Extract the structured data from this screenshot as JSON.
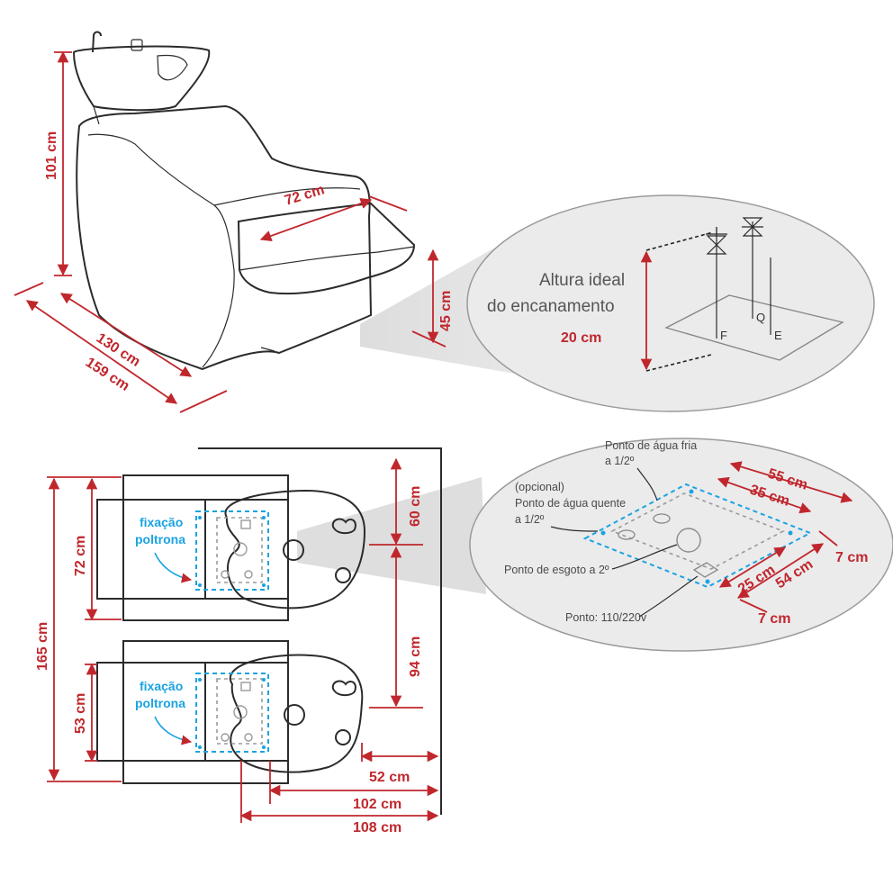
{
  "chair": {
    "height": "101 cm",
    "seat_width": "72 cm",
    "depth_inner": "130 cm",
    "depth_outer": "159 cm",
    "seat_height": "45 cm"
  },
  "plumbing": {
    "title_line1": "Altura ideal",
    "title_line2": "do encanamento",
    "height": "20 cm",
    "label_f": "F",
    "label_q": "Q",
    "label_e": "E"
  },
  "plan": {
    "total_height": "165 cm",
    "chair1_width": "72 cm",
    "chair2_width": "53 cm",
    "fix1_line1": "fixação",
    "fix1_line2": "poltrona",
    "fix2_line1": "fixação",
    "fix2_line2": "poltrona",
    "wall_top": "60 cm",
    "wall_mid": "94 cm",
    "d52": "52 cm",
    "d102": "102 cm",
    "d108": "108 cm"
  },
  "detail": {
    "cold_line1": "Ponto de água fria",
    "cold_line2": "a 1/2º",
    "hot_line1": "(opcional)",
    "hot_line2": "Ponto de água quente",
    "hot_line3": "a 1/2º",
    "drain": "Ponto de esgoto a 2º",
    "power": "Ponto: 110/220v",
    "d55": "55 cm",
    "d35": "35 cm",
    "d7a": "7 cm",
    "d54": "54 cm",
    "d25": "25 cm",
    "d7b": "7 cm"
  },
  "colors": {
    "dimension": "#c0272d",
    "fixation": "#1aa3e0",
    "outline": "#2b2b2b",
    "bubble": "#e9e9ea"
  }
}
